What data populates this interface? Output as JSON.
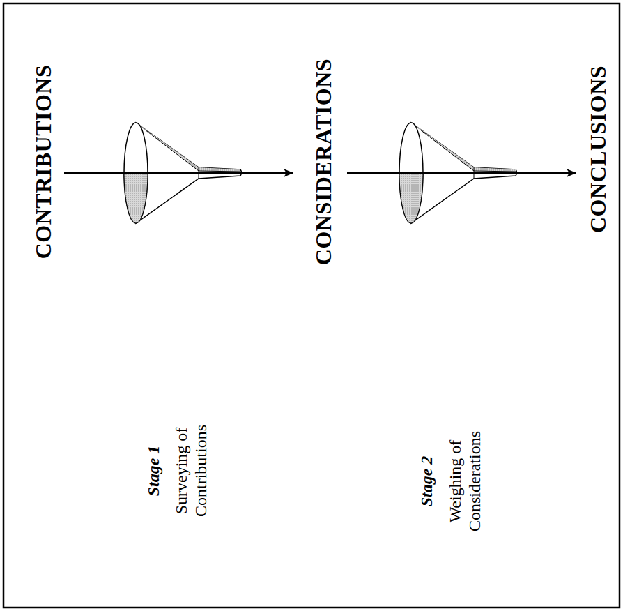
{
  "diagram": {
    "labels": [
      "CONTRIBUTIONS",
      "Stage 1",
      "Surveying of Contributions",
      "CONSIDERATIONS",
      "Stage 2",
      "Weighing of Considerations",
      "CONCLUSIONS"
    ]
  }
}
